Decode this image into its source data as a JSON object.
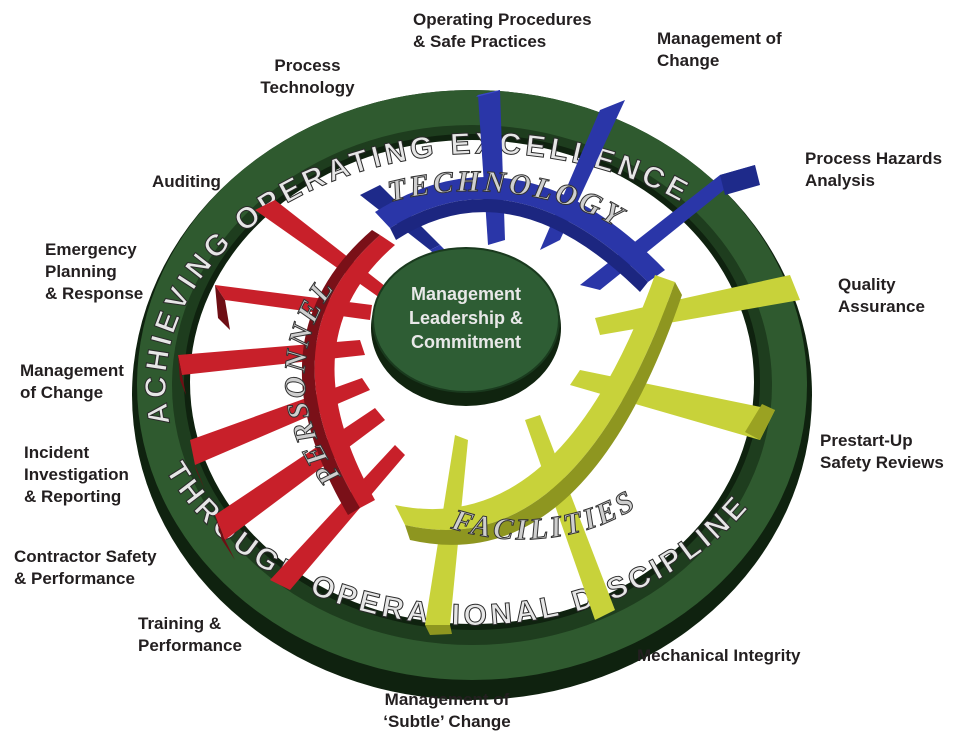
{
  "hub": {
    "lines": [
      "Management",
      "Leadership &",
      "Commitment"
    ]
  },
  "outer_ring": {
    "top_text": "ACHIEVING OPERATING EXCELLENCE",
    "bottom_text": "THROUGH OPERATIONAL DISCIPLINE"
  },
  "inner_ring": {
    "technology": "TECHNOLOGY",
    "facilities": "FACILITIES",
    "personnel": "PERSONNEL"
  },
  "labels": {
    "operating_procedures": "Operating Procedures\n& Safe Practices",
    "process_technology": "Process\nTechnology",
    "management_of_change_tech": "Management of\nChange",
    "process_hazards": "Process Hazards\nAnalysis",
    "quality_assurance": "Quality\nAssurance",
    "prestart_up": "Prestart-Up\nSafety Reviews",
    "mechanical_integrity": "Mechanical Integrity",
    "subtle_change": "Management of\n‘Subtle’ Change",
    "training": "Training &\nPerformance",
    "contractor_safety": "Contractor Safety\n& Performance",
    "incident_investigation": "Incident\nInvestigation\n& Reporting",
    "management_of_change_pers": "Management\nof Change",
    "emergency_planning": "Emergency\nPlanning\n& Response",
    "auditing": "Auditing"
  },
  "colors": {
    "ring_green": "#2f5a2f",
    "ring_dark": "#142814",
    "technology_blue": "#2a36a8",
    "facilities_yellow": "#c8d23a",
    "personnel_red": "#c8202a",
    "hub_green": "#2e5d34"
  }
}
